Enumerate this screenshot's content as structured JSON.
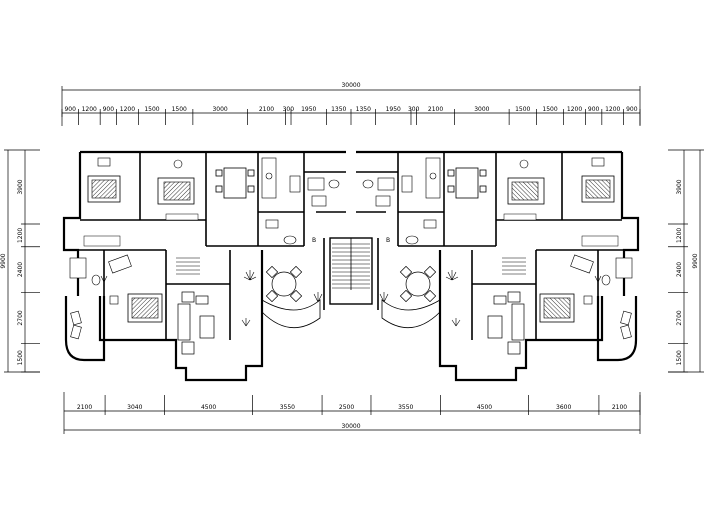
{
  "top_total": "30000",
  "top_dims": [
    "900",
    "1200",
    "900",
    "1200",
    "1500",
    "1500",
    "3000",
    "2100",
    "300",
    "1950",
    "1350",
    "1350",
    "1950",
    "300",
    "2100",
    "3000",
    "1500",
    "1500",
    "1200",
    "900",
    "1200",
    "900"
  ],
  "bottom_total": "30000",
  "bottom_dims": [
    "2100",
    "3040",
    "4500",
    "3550",
    "2500",
    "3550",
    "4500",
    "3600",
    "2100"
  ],
  "left_total": "9900",
  "left_dims": [
    "3900",
    "1200",
    "2400",
    "2700",
    "1500"
  ],
  "right_total": "9900",
  "right_dims": [
    "3900",
    "1200",
    "2400",
    "2700",
    "1500"
  ],
  "stair_label_left": "B",
  "stair_label_right": "B"
}
